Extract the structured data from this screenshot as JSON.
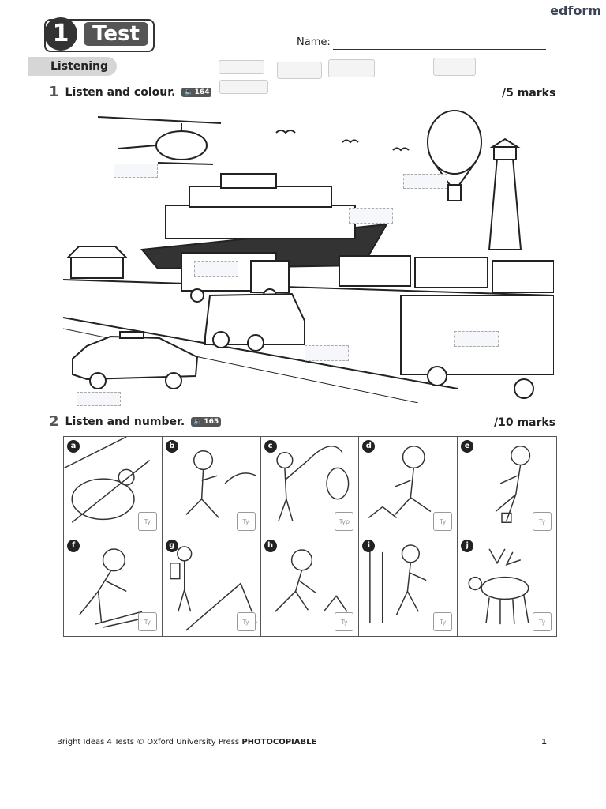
{
  "header": {
    "test_number": "1",
    "test_word": "Test",
    "brand": "edform",
    "name_label": "Name:"
  },
  "section": {
    "label": "Listening"
  },
  "exercise1": {
    "number": "1",
    "instruction": "Listen and colour.",
    "track": "164",
    "marks": "/5 marks"
  },
  "exercise2": {
    "number": "2",
    "instruction": "Listen and number.",
    "track": "165",
    "marks": "/10 marks",
    "cells": [
      {
        "letter": "a",
        "box": "Ty",
        "scene": "sleeping bag"
      },
      {
        "letter": "b",
        "box": "Ty",
        "scene": "girl eating"
      },
      {
        "letter": "c",
        "box": "Typ",
        "scene": "boy fishing"
      },
      {
        "letter": "d",
        "box": "Ty",
        "scene": "girl with campfire"
      },
      {
        "letter": "e",
        "box": "Ty",
        "scene": "boy with boots"
      },
      {
        "letter": "f",
        "box": "Ty",
        "scene": "boy collecting wood"
      },
      {
        "letter": "g",
        "box": "Ty",
        "scene": "girl with backpack and tent"
      },
      {
        "letter": "h",
        "box": "Ty",
        "scene": "boy lighting fire"
      },
      {
        "letter": "i",
        "box": "Ty",
        "scene": "girl walking in forest"
      },
      {
        "letter": "j",
        "box": "Ty",
        "scene": "deer in forest"
      }
    ]
  },
  "footer": {
    "text": "Bright Ideas 4 Tests © Oxford University Press",
    "strong": "PHOTOCOPIABLE",
    "page": "1"
  }
}
